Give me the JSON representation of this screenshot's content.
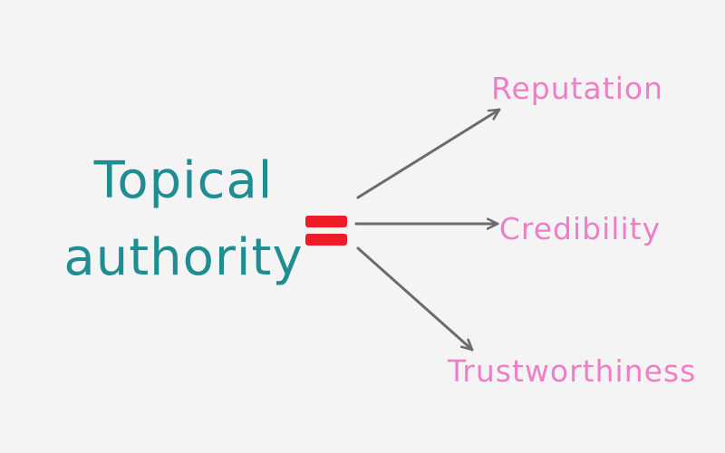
{
  "diagram": {
    "title": {
      "line1": "Topical",
      "line2": "authority"
    },
    "equals_symbol": "=",
    "targets": [
      {
        "label": "Reputation"
      },
      {
        "label": "Credibility"
      },
      {
        "label": "Trustworthiness"
      }
    ],
    "colors": {
      "background": "#f4f4f5",
      "title_teal": "#208d92",
      "label_pink": "#ee7fc6",
      "equals_red": "#ee1c24",
      "arrow_gray": "#6b6b6b"
    }
  }
}
